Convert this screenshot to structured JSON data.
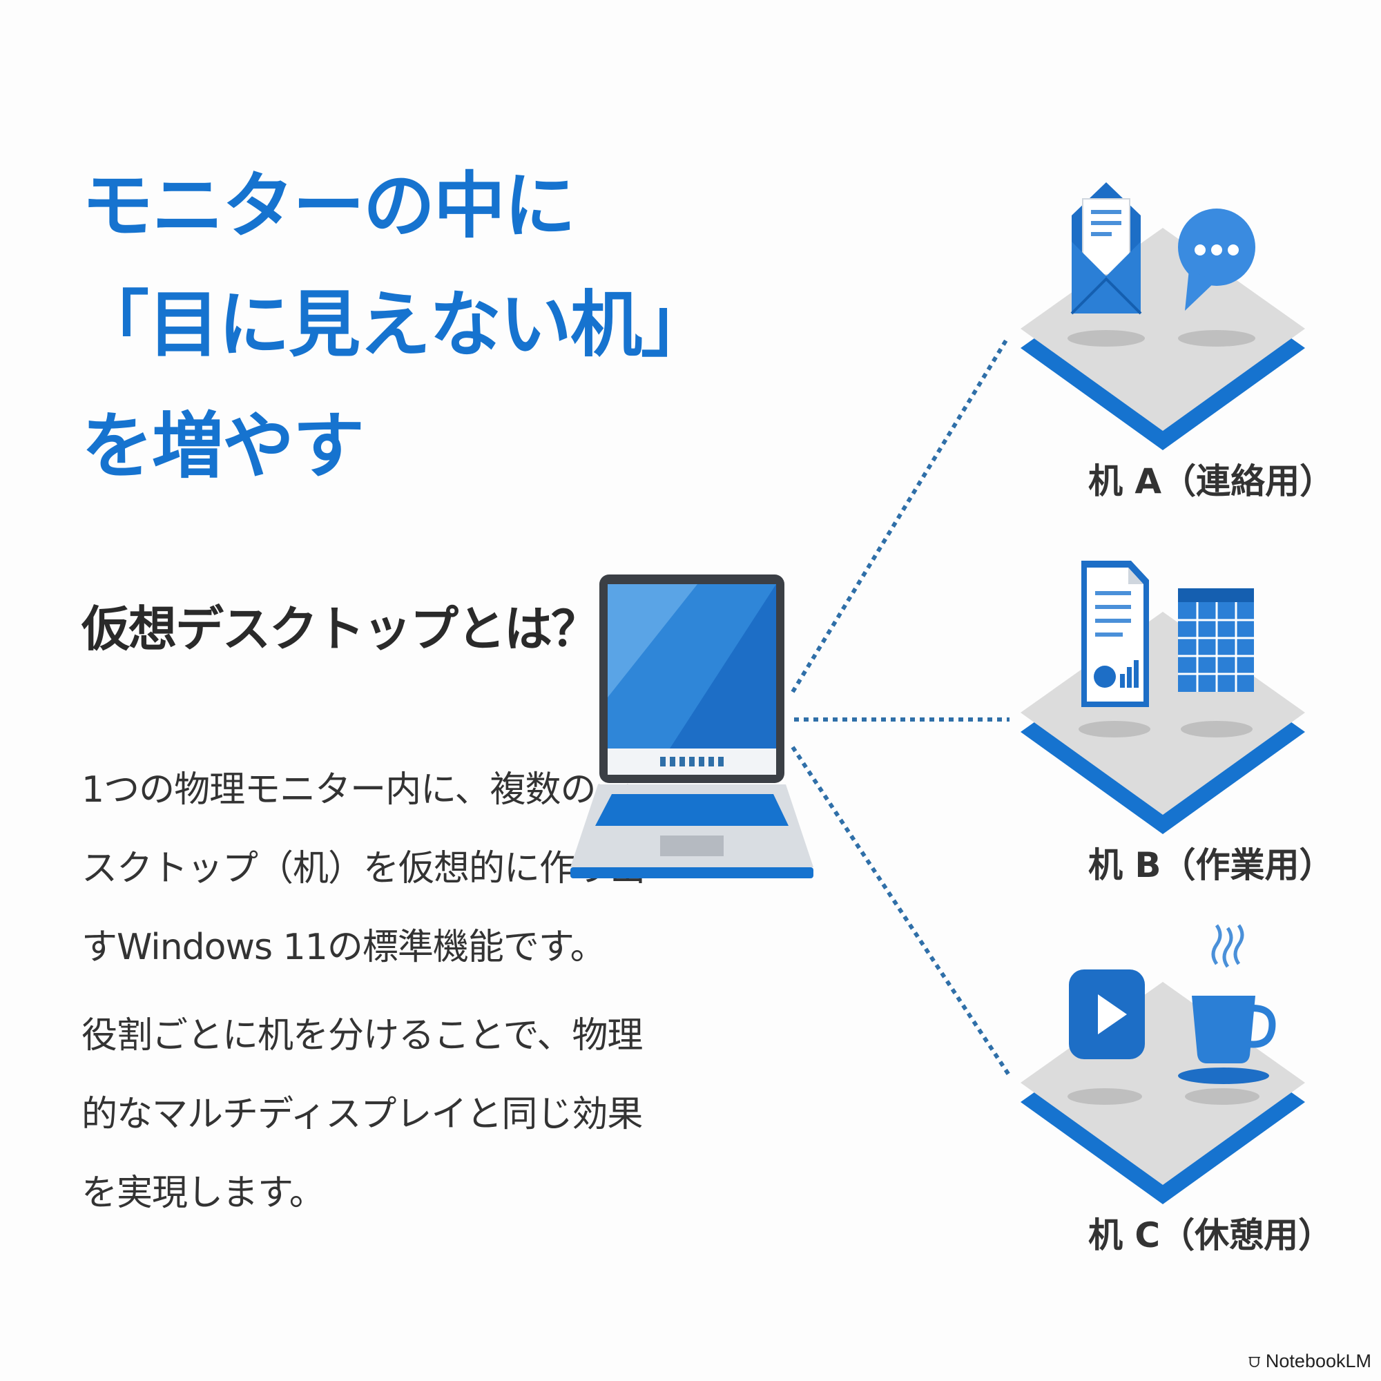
{
  "title": {
    "line1": "モニターの中に",
    "line2": "「目に見えない机」",
    "line3": "を増やす"
  },
  "subtitle": "仮想デスクトップとは？",
  "body": {
    "p1_lines": [
      "1つの物理モニター内に、複数のデ",
      "スクトップ（机）を仮想的に作り出",
      "すWindows 11の標準機能です。"
    ],
    "p2_lines": [
      "役割ごとに机を分けることで、物理",
      "的なマルチディスプレイと同じ効果",
      "を実現します。"
    ]
  },
  "desks": [
    {
      "label": "机 A（連絡用）",
      "icons": [
        "envelope-icon",
        "chat-bubble-icon"
      ]
    },
    {
      "label": "机 B（作業用）",
      "icons": [
        "document-icon",
        "spreadsheet-icon"
      ]
    },
    {
      "label": "机 C（休憩用）",
      "icons": [
        "play-button-icon",
        "coffee-cup-icon"
      ]
    }
  ],
  "watermark": "NotebookLM",
  "colors": {
    "accent": "#1673cf",
    "accent_dark": "#0f5fb3",
    "desk_top": "#dcdcdc",
    "connector": "#2f6fa8",
    "text": "#333333"
  }
}
